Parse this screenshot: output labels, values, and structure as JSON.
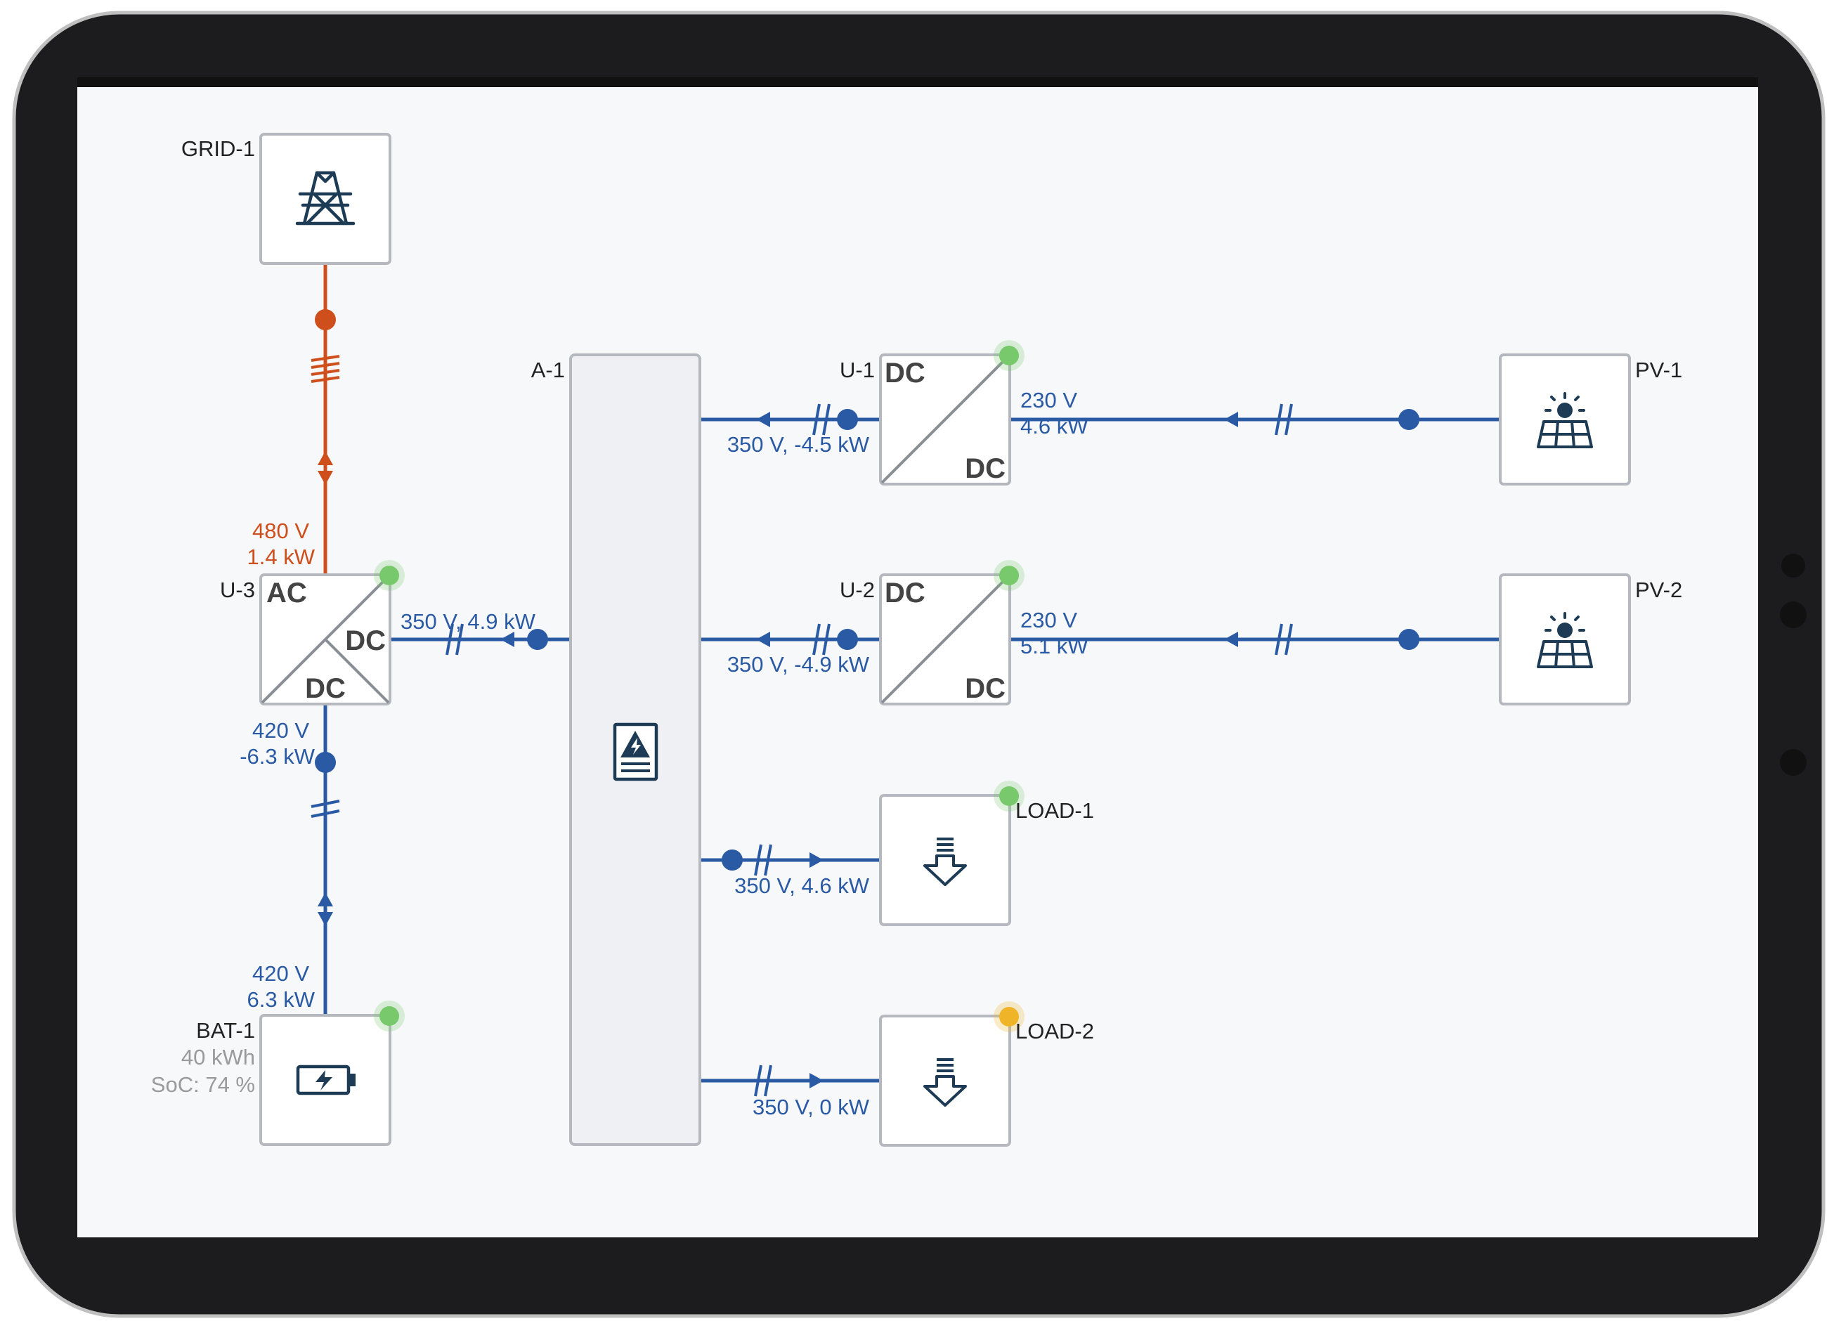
{
  "colors": {
    "dc_line": "#2b5aa5",
    "ac_line": "#cf4f1c",
    "status_ok": "#78c96b",
    "status_warn": "#f0b429",
    "screen_bg": "#f6f8fa"
  },
  "nodes": {
    "grid1": {
      "label": "GRID-1",
      "icon": "transmission-tower-icon"
    },
    "u3": {
      "label": "U-3",
      "top": "AC",
      "mid": "DC",
      "bot": "DC",
      "status": "ok"
    },
    "bat1": {
      "label": "BAT-1",
      "capacity": "40 kWh",
      "soc": "SoC: 74 %",
      "icon": "battery-charging-icon",
      "status": "ok"
    },
    "a1": {
      "label": "A-1",
      "icon": "switchboard-icon"
    },
    "u1": {
      "label": "U-1",
      "top": "DC",
      "bot": "DC",
      "status": "ok"
    },
    "u2": {
      "label": "U-2",
      "top": "DC",
      "bot": "DC",
      "status": "ok"
    },
    "pv1": {
      "label": "PV-1",
      "icon": "solar-panel-icon"
    },
    "pv2": {
      "label": "PV-2",
      "icon": "solar-panel-icon"
    },
    "load1": {
      "label": "LOAD-1",
      "icon": "load-arrow-icon",
      "status": "ok"
    },
    "load2": {
      "label": "LOAD-2",
      "icon": "load-arrow-icon",
      "status": "warn"
    }
  },
  "flows": {
    "grid_u3": {
      "voltage": "480 V",
      "power": "1.4 kW"
    },
    "u3_bus": "350 V, 4.9 kW",
    "u3_dc": {
      "voltage": "420 V",
      "power": "-6.3 kW"
    },
    "bat_dc": {
      "voltage": "420 V",
      "power": "6.3 kW"
    },
    "u1_bus": "350 V, -4.5 kW",
    "u1_pv": {
      "voltage": "230 V",
      "power": "4.6 kW"
    },
    "u2_bus": "350 V, -4.9 kW",
    "u2_pv": {
      "voltage": "230 V",
      "power": "5.1 kW"
    },
    "load1_bus": "350 V, 4.6 kW",
    "load2_bus": "350 V, 0 kW"
  }
}
